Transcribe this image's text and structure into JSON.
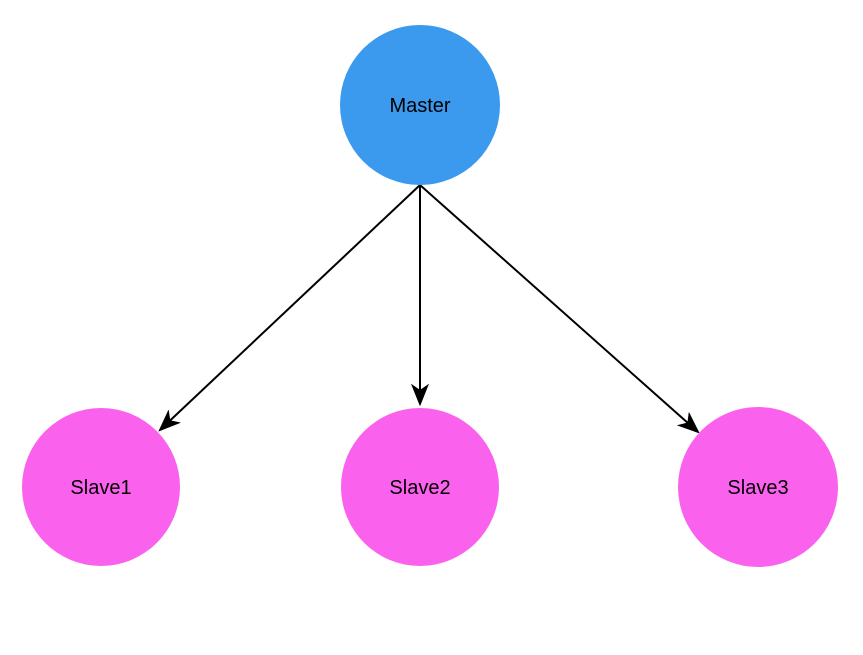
{
  "diagram": {
    "type": "tree",
    "background_color": "#ffffff",
    "edge_color": "#000000",
    "text_color": "#000000",
    "nodes": [
      {
        "id": "master",
        "label": "Master",
        "shape": "circle",
        "color": "#3b9aee"
      },
      {
        "id": "slave1",
        "label": "Slave1",
        "shape": "circle",
        "color": "#fa62ee"
      },
      {
        "id": "slave2",
        "label": "Slave2",
        "shape": "circle",
        "color": "#fa62ee"
      },
      {
        "id": "slave3",
        "label": "Slave3",
        "shape": "circle",
        "color": "#fa62ee"
      }
    ],
    "edges": [
      {
        "from": "Master",
        "to": "Slave1",
        "arrow": "filled-arrowhead"
      },
      {
        "from": "Master",
        "to": "Slave2",
        "arrow": "filled-arrowhead"
      },
      {
        "from": "Master",
        "to": "Slave3",
        "arrow": "filled-arrowhead"
      }
    ]
  }
}
